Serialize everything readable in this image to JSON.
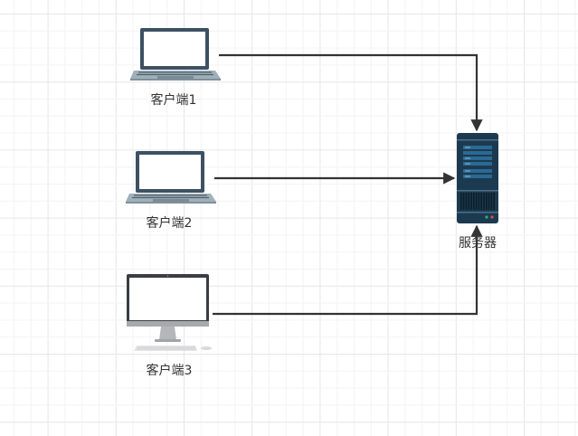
{
  "diagram": {
    "nodes": [
      {
        "id": "client1",
        "label": "客户端1",
        "icon": "laptop-icon"
      },
      {
        "id": "client2",
        "label": "客户端2",
        "icon": "laptop-icon"
      },
      {
        "id": "client3",
        "label": "客户端3",
        "icon": "desktop-computer-icon"
      },
      {
        "id": "server",
        "label": "服务器",
        "icon": "server-icon"
      }
    ],
    "edges": [
      {
        "from": "client1",
        "to": "server"
      },
      {
        "from": "client2",
        "to": "server"
      },
      {
        "from": "client3",
        "to": "server"
      }
    ]
  },
  "colors": {
    "edge": "#333333",
    "device_frame": "#3e5063",
    "server_body": "#1c3a4f",
    "server_accent": "#2a6a94",
    "grid_minor": "#f3f3f3",
    "grid_major": "#e6e6e6"
  }
}
